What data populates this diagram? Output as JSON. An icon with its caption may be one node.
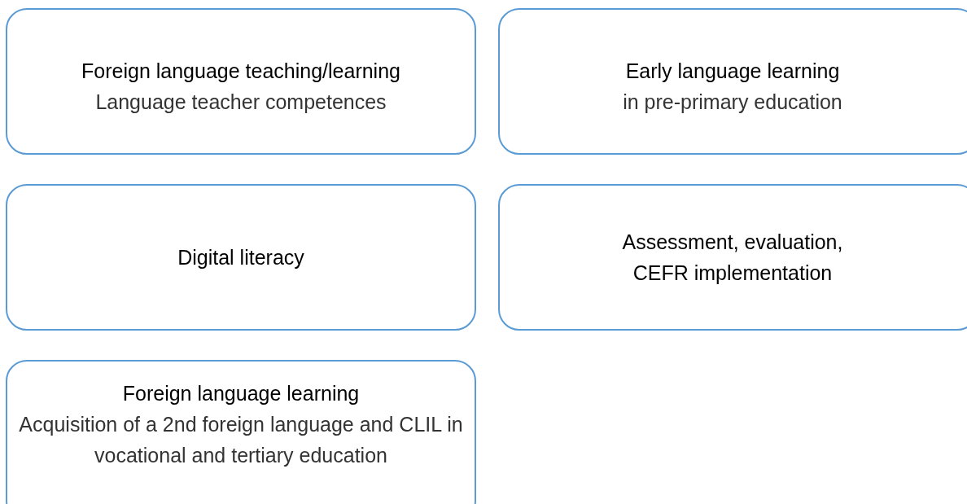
{
  "diagram": {
    "nodes": [
      {
        "text": [
          "Foreign language teaching/learning",
          "Language teacher competences"
        ]
      },
      {
        "text": [
          "Early language learning",
          "in pre-primary education"
        ]
      },
      {
        "text": [
          "Digital literacy"
        ]
      },
      {
        "text": [
          "Assessment, evaluation, CEFR implementation"
        ]
      },
      {
        "text": [
          "Foreign language learning",
          "Acquisition of a 2nd foreign language and CLIL in vocational and tertiary education"
        ]
      }
    ]
  }
}
